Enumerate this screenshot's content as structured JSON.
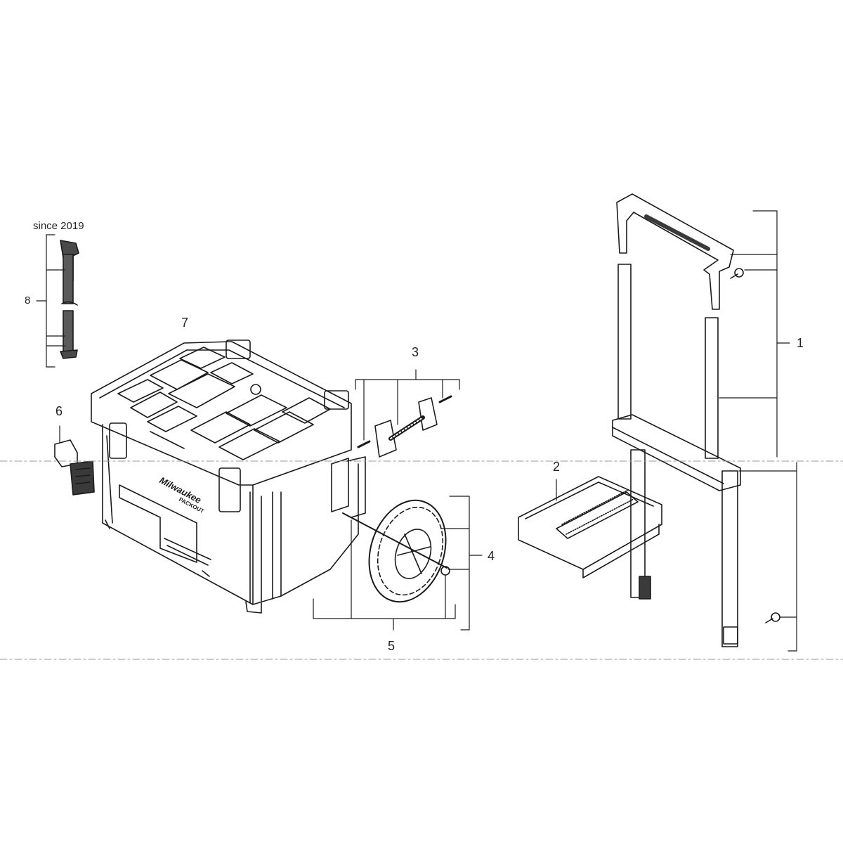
{
  "labels": {
    "since_note": "since 2019",
    "p1": "1",
    "p2": "2",
    "p3": "3",
    "p4": "4",
    "p5": "5",
    "p6": "6",
    "p7": "7",
    "p8": "8"
  },
  "brand": {
    "logo_text": "Milwaukee",
    "product_text": "PACKOUT"
  },
  "colors": {
    "line": "#1a1a1a",
    "part_dark": "#3a3a3a",
    "part_mid": "#6b6b6b",
    "brand_red": "#c8102e"
  }
}
